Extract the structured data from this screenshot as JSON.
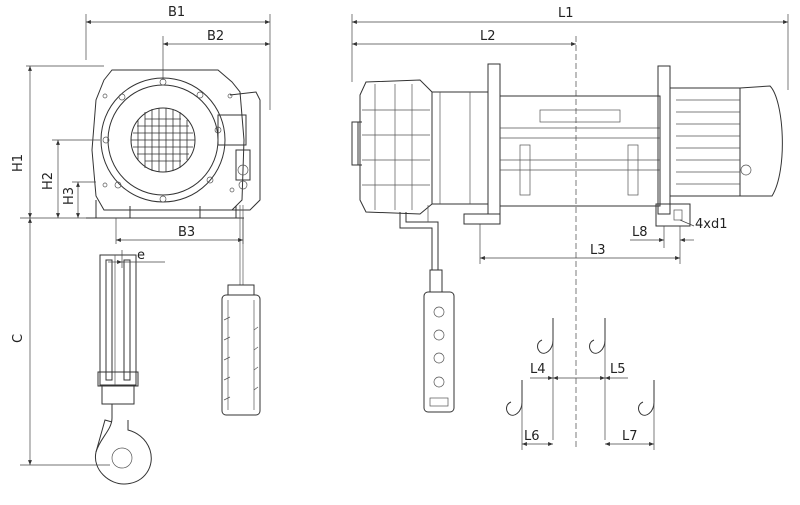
{
  "dimensions": {
    "b1": "B1",
    "b2": "B2",
    "b3": "B3",
    "h1": "H1",
    "h2": "H2",
    "h3": "H3",
    "e": "e",
    "c": "C",
    "l1": "L1",
    "l2": "L2",
    "l3": "L3",
    "l4": "L4",
    "l5": "L5",
    "l6": "L6",
    "l7": "L7",
    "l8": "L8",
    "holes": "4xd1"
  }
}
